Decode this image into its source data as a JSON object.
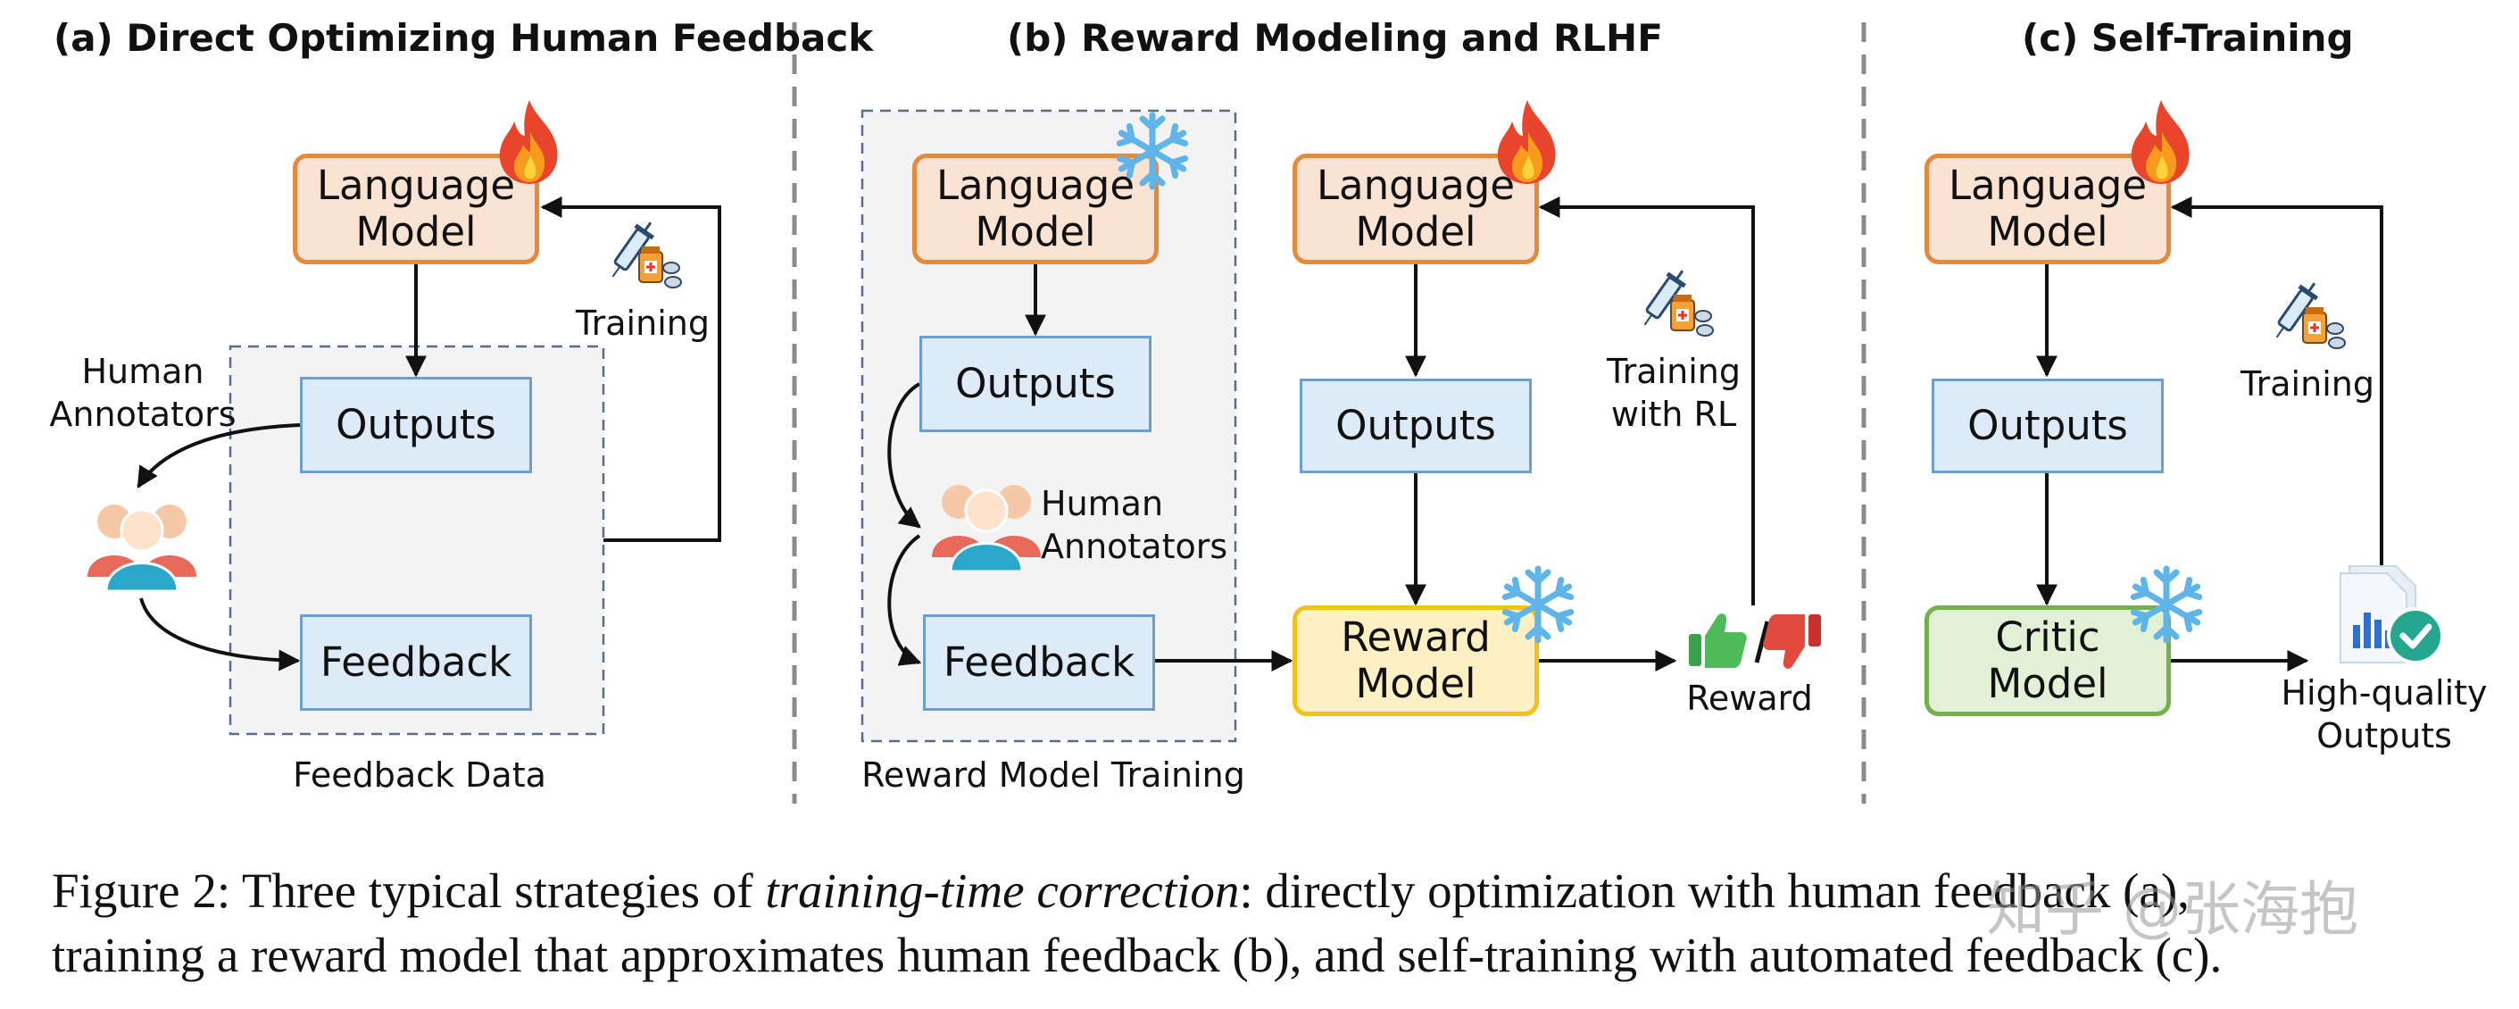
{
  "panels": {
    "a": {
      "title": "(a) Direct Optimizing Human Feedback",
      "language_model": "Language\nModel",
      "outputs": "Outputs",
      "feedback": "Feedback",
      "human_annotators": "Human\nAnnotators",
      "training": "Training",
      "group_label": "Feedback Data"
    },
    "b": {
      "title": "(b) Reward Modeling and RLHF",
      "language_model_frozen": "Language\nModel",
      "outputs_left": "Outputs",
      "human_annotators": "Human\nAnnotators",
      "feedback": "Feedback",
      "group_label": "Reward Model Training",
      "language_model": "Language\nModel",
      "outputs_right": "Outputs",
      "reward_model": "Reward\nModel",
      "training_rl": "Training\nwith RL",
      "reward": "Reward"
    },
    "c": {
      "title": "(c) Self-Training",
      "language_model": "Language\nModel",
      "outputs": "Outputs",
      "critic_model": "Critic\nModel",
      "training": "Training",
      "high_quality_outputs": "High-quality\nOutputs"
    }
  },
  "caption": {
    "line1_prefix": "Figure 2: Three typical strategies of ",
    "line1_italic": "training-time correction",
    "line1_suffix": ": directly optimization with human feedback (a),",
    "line2": "training a reward model that approximates human feedback (b), and self-training with automated feedback (c)."
  },
  "watermark": "知乎 @张海抱",
  "icons": {
    "trainable": "fire-icon",
    "frozen": "snowflake-icon",
    "training": "syringe-medicine-icon",
    "annotators": "people-group-icon",
    "reward": "thumbs-up-down-icon",
    "outputs": "document-check-icon"
  },
  "colors": {
    "lm_fill": "#fbe3d3",
    "lm_border": "#e5893b",
    "outputs_fill": "#dcebf7",
    "outputs_border": "#6a9fd0",
    "reward_fill": "#fdf1c4",
    "reward_border": "#f2c21b",
    "critic_fill": "#e2f1d6",
    "critic_border": "#73b24b"
  }
}
